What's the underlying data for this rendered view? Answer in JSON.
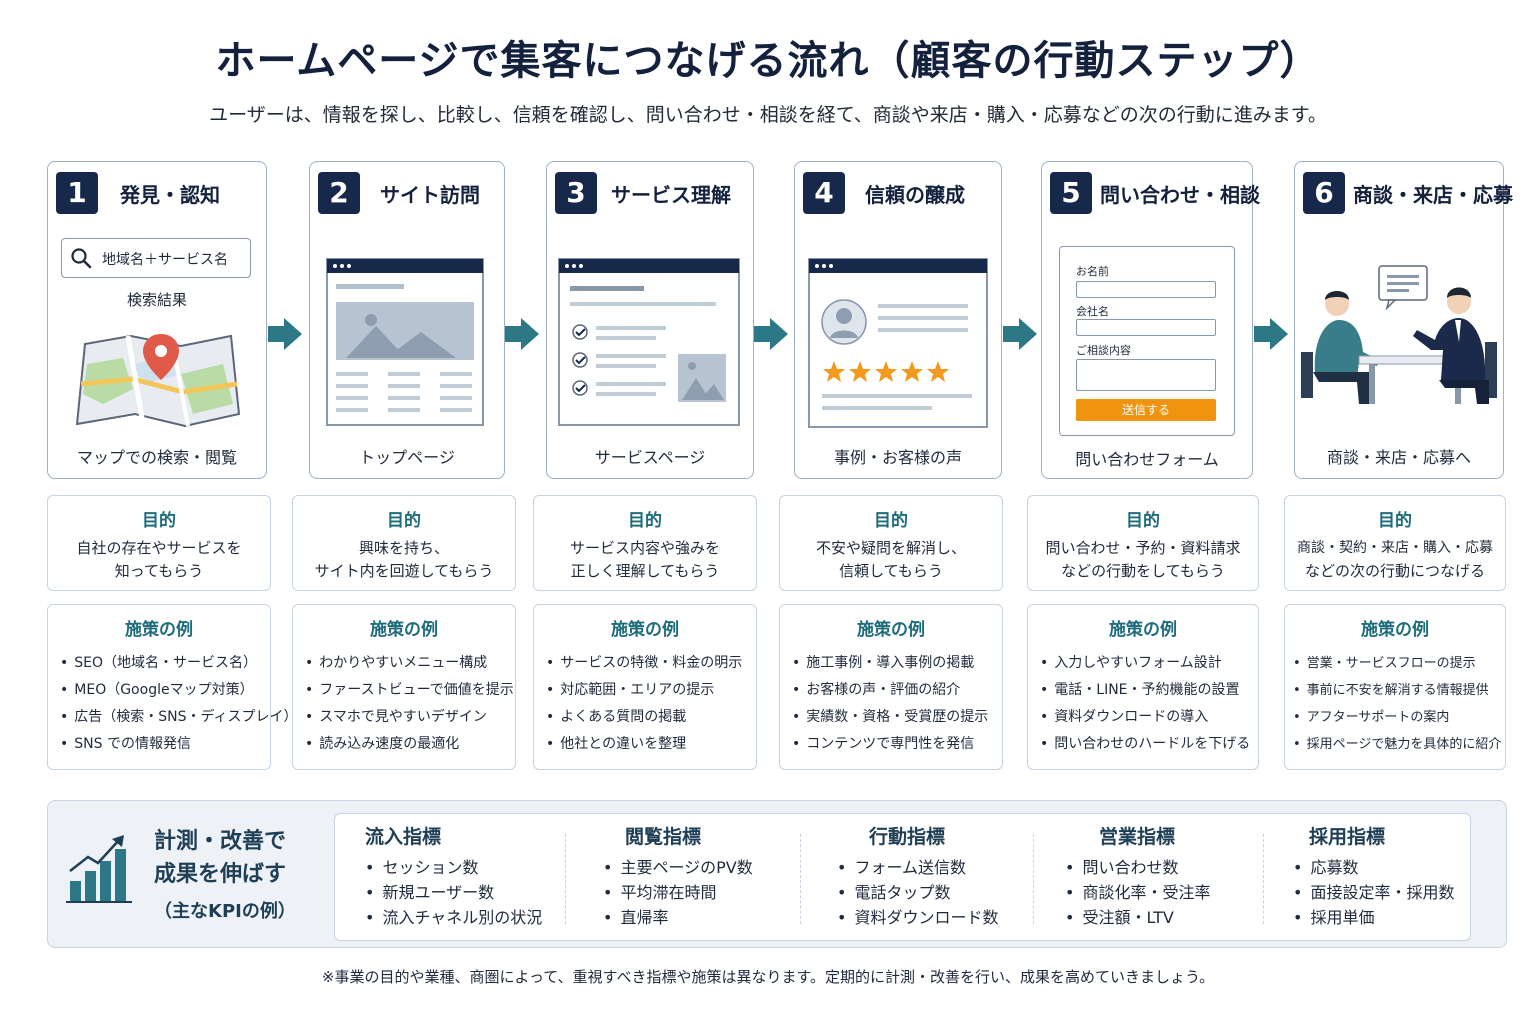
{
  "title": "ホームページで集客につなげる流れ（顧客の行動ステップ）",
  "subtitle": "ユーザーは、情報を探し、比較し、信頼を確認し、問い合わせ・相談を経て、商談や来店・購入・応募などの次の行動に進みます。",
  "steps": [
    {
      "num": "1",
      "title": "発見・認知",
      "caption": "マップでの検索・閲覧",
      "search_text": "地域名＋サービス名",
      "search_label": "検索結果"
    },
    {
      "num": "2",
      "title": "サイト訪問",
      "caption": "トップページ"
    },
    {
      "num": "3",
      "title": "サービス理解",
      "caption": "サービスページ"
    },
    {
      "num": "4",
      "title": "信頼の醸成",
      "caption": "事例・お客様の声"
    },
    {
      "num": "5",
      "title": "問い合わせ・相談",
      "caption": "問い合わせフォーム",
      "form_name": "お名前",
      "form_company": "会社名",
      "form_content": "ご相談内容",
      "form_submit": "送信する"
    },
    {
      "num": "6",
      "title": "商談・来店・応募",
      "caption": "商談・来店・応募へ"
    }
  ],
  "purpose": [
    {
      "head": "目的",
      "line1": "自社の存在やサービスを",
      "line2": "知ってもらう"
    },
    {
      "head": "目的",
      "line1": "興味を持ち、",
      "line2": "サイト内を回遊してもらう"
    },
    {
      "head": "目的",
      "line1": "サービス内容や強みを",
      "line2": "正しく理解してもらう"
    },
    {
      "head": "目的",
      "line1": "不安や疑問を解消し、",
      "line2": "信頼してもらう"
    },
    {
      "head": "目的",
      "line1": "問い合わせ・予約・資料請求",
      "line2": "などの行動をしてもらう"
    },
    {
      "head": "目的",
      "line1": "商談・契約・来店・購入・応募",
      "line2": "などの次の行動につなげる"
    }
  ],
  "measures": [
    {
      "head": "施策の例",
      "items": [
        "SEO（地域名・サービス名）",
        "MEO（Googleマップ対策）",
        "広告（検索・SNS・ディスプレイ）",
        "SNS での情報発信"
      ]
    },
    {
      "head": "施策の例",
      "items": [
        "わかりやすいメニュー構成",
        "ファーストビューで価値を提示",
        "スマホで見やすいデザイン",
        "読み込み速度の最適化"
      ]
    },
    {
      "head": "施策の例",
      "items": [
        "サービスの特徴・料金の明示",
        "対応範囲・エリアの提示",
        "よくある質問の掲載",
        "他社との違いを整理"
      ]
    },
    {
      "head": "施策の例",
      "items": [
        "施工事例・導入事例の掲載",
        "お客様の声・評価の紹介",
        "実績数・資格・受賞歴の提示",
        "コンテンツで専門性を発信"
      ]
    },
    {
      "head": "施策の例",
      "items": [
        "入力しやすいフォーム設計",
        "電話・LINE・予約機能の設置",
        "資料ダウンロードの導入",
        "問い合わせのハードルを下げる"
      ]
    },
    {
      "head": "施策の例",
      "items": [
        "営業・サービスフローの提示",
        "事前に不安を解消する情報提供",
        "アフターサポートの案内",
        "採用ページで魅力を具体的に紹介"
      ]
    }
  ],
  "kpi": {
    "head_line1": "計測・改善で",
    "head_line2": "成果を伸ばす",
    "sub": "（主なKPIの例）",
    "columns": [
      {
        "title": "流入指標",
        "items": [
          "セッション数",
          "新規ユーザー数",
          "流入チャネル別の状況"
        ]
      },
      {
        "title": "閲覧指標",
        "items": [
          "主要ページのPV数",
          "平均滞在時間",
          "直帰率"
        ]
      },
      {
        "title": "行動指標",
        "items": [
          "フォーム送信数",
          "電話タップ数",
          "資料ダウンロード数"
        ]
      },
      {
        "title": "営業指標",
        "items": [
          "問い合わせ数",
          "商談化率・受注率",
          "受注額・LTV"
        ]
      },
      {
        "title": "採用指標",
        "items": [
          "応募数",
          "面接設定率・採用数",
          "採用単価"
        ]
      }
    ]
  },
  "footnote": "※事業の目的や業種、商圏によって、重視すべき指標や施策は異なります。定期的に計測・改善を行い、成果を高めていきましょう。",
  "colors": {
    "navy": "#16294a",
    "teal": "#1d6c7c",
    "arrow": "#2c7886",
    "star": "#f39a1e",
    "submit": "#f0940f"
  }
}
